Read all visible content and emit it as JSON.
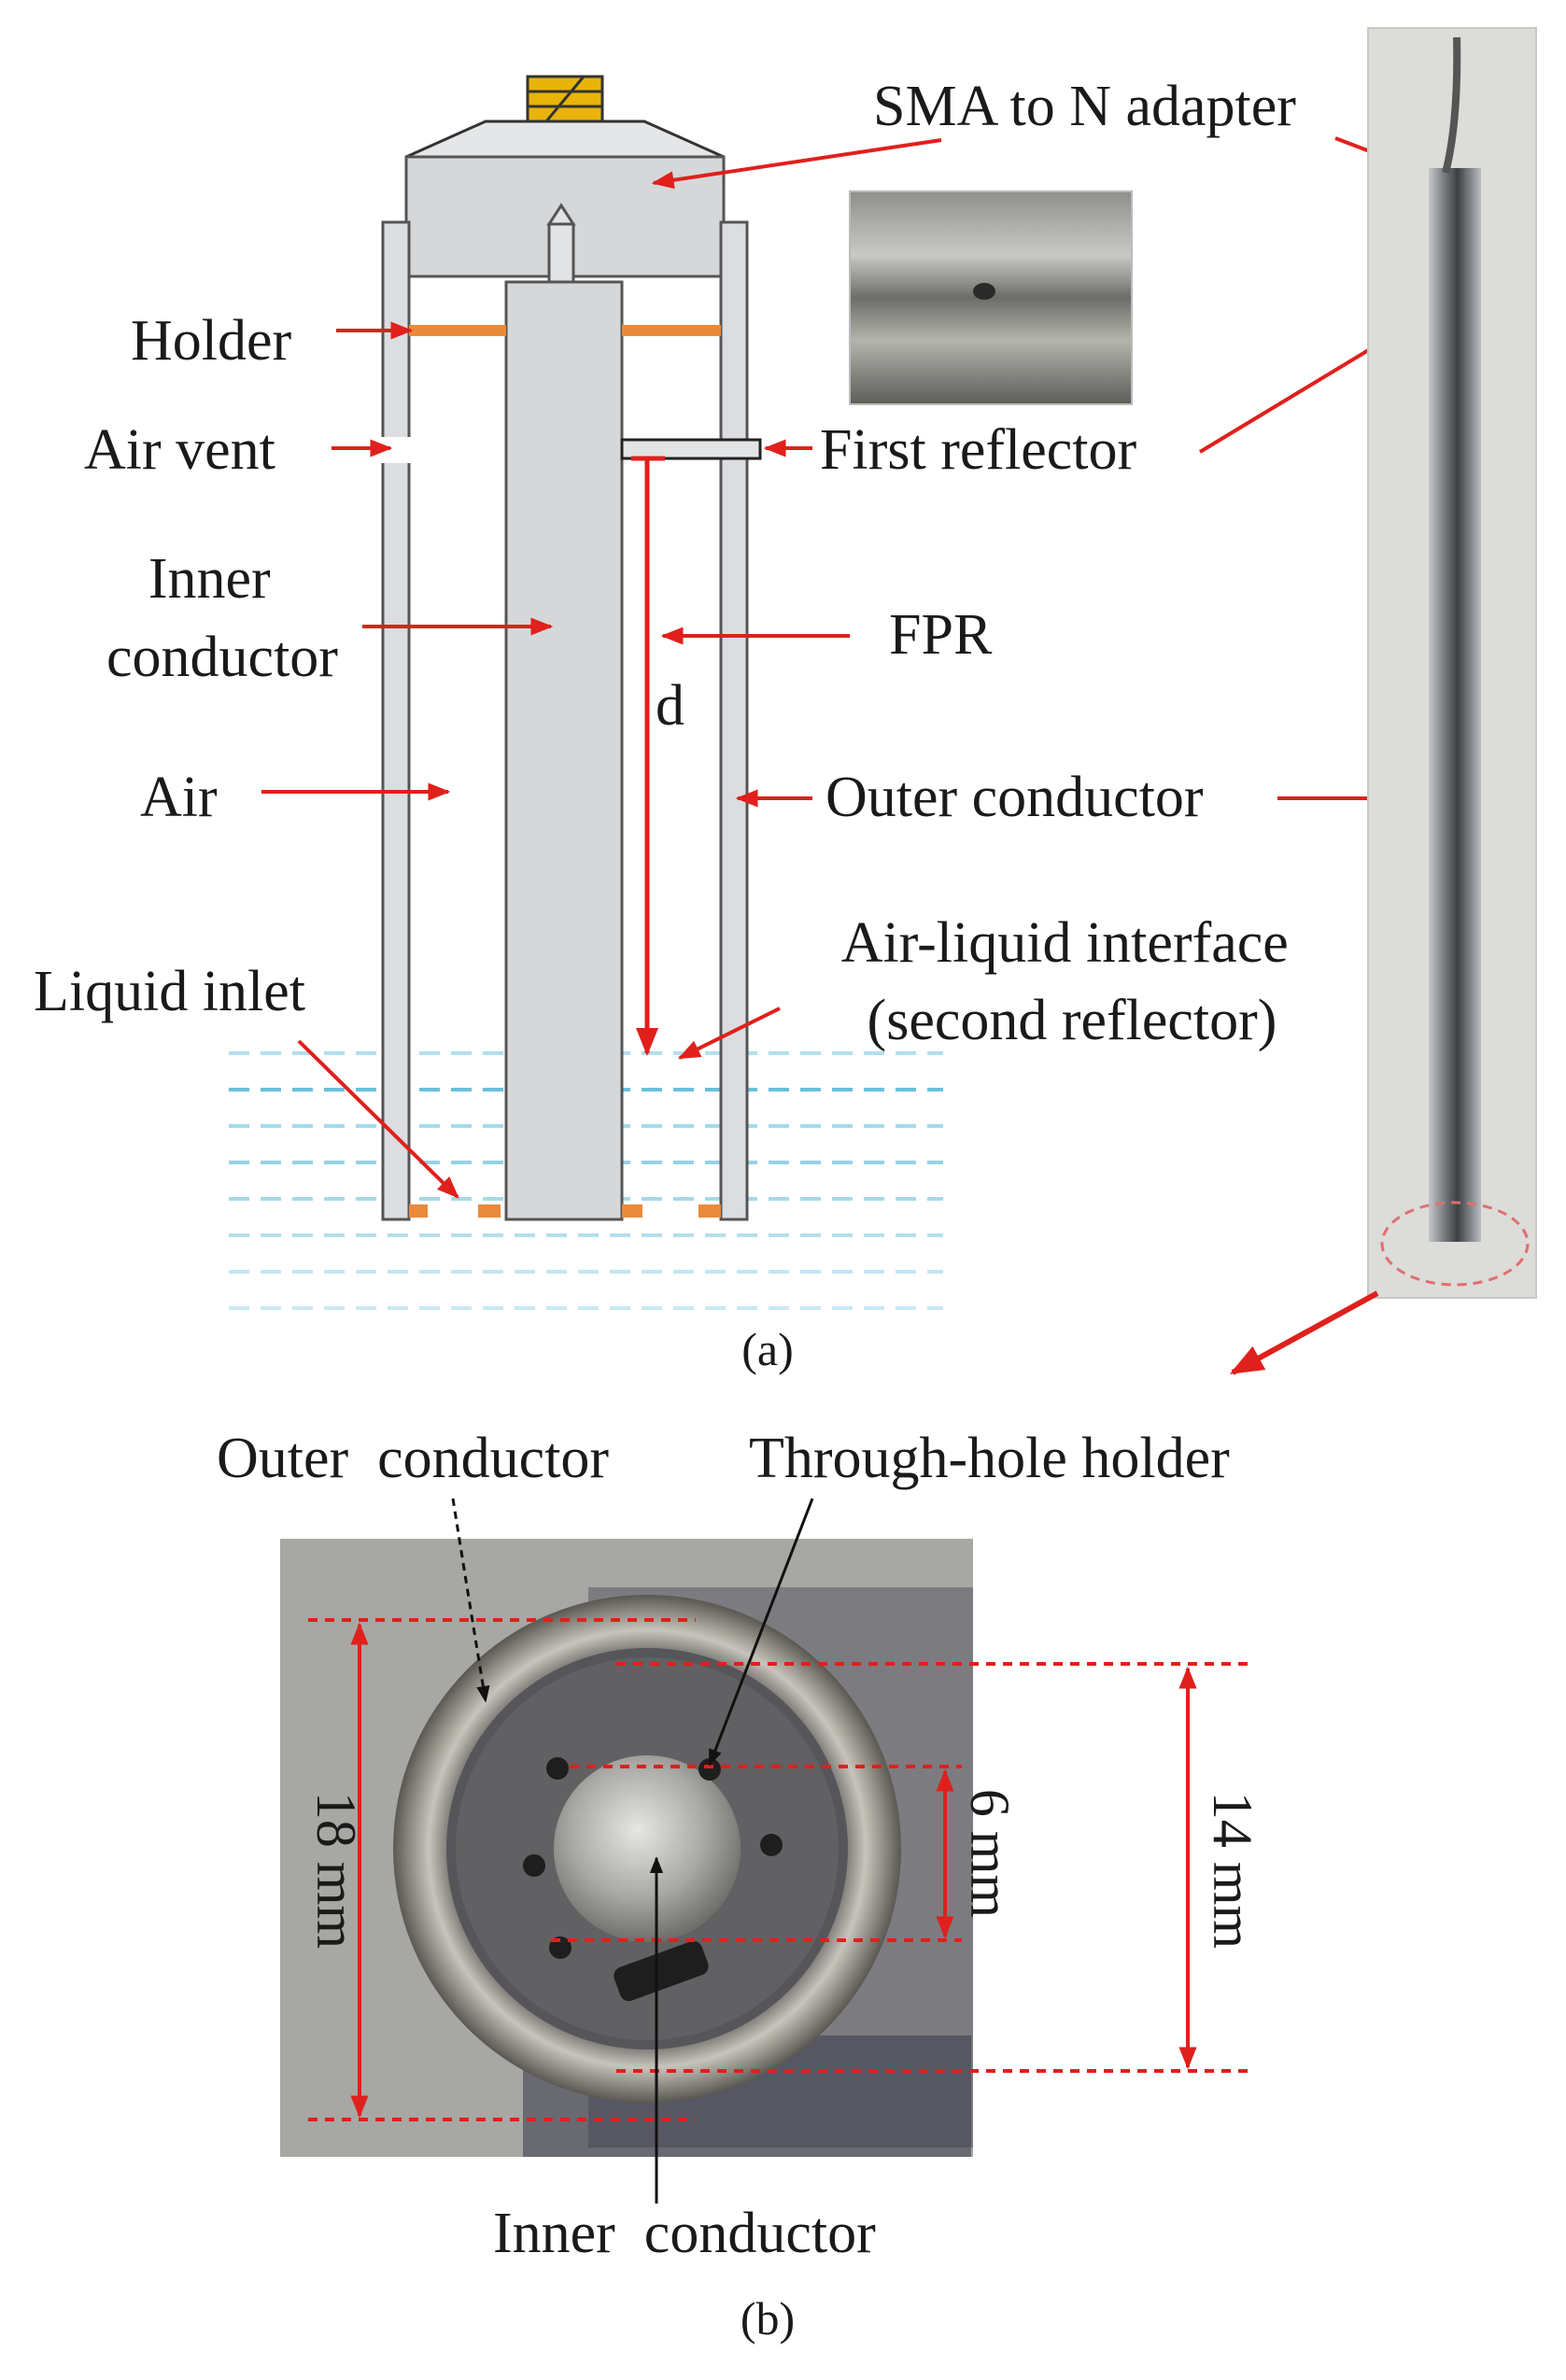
{
  "panel_a": {
    "caption": "(a)",
    "labels": {
      "sma_adapter": "SMA to N adapter",
      "holder": "Holder",
      "air_vent": "Air vent",
      "inner_conductor": "Inner\nconductor",
      "first_reflector": "First reflector",
      "fpr": "FPR",
      "d": "d",
      "air": "Air",
      "outer_conductor": "Outer conductor",
      "interface": "Air-liquid interface\n(second reflector)",
      "liquid_inlet": "Liquid inlet"
    }
  },
  "panel_b": {
    "caption": "(b)",
    "labels": {
      "outer_conductor": "Outer  conductor",
      "through_hole": "Through-hole holder",
      "inner_conductor": "Inner  conductor",
      "dim_18": "18 mm",
      "dim_14": "14 mm",
      "dim_6": "6 mm"
    }
  },
  "colors": {
    "arrow": "#e0201c",
    "holder": "#e98a3a",
    "liquid": "#4fb6d6",
    "metal_light": "#d5d7d9",
    "metal_dark": "#4a4c50"
  }
}
